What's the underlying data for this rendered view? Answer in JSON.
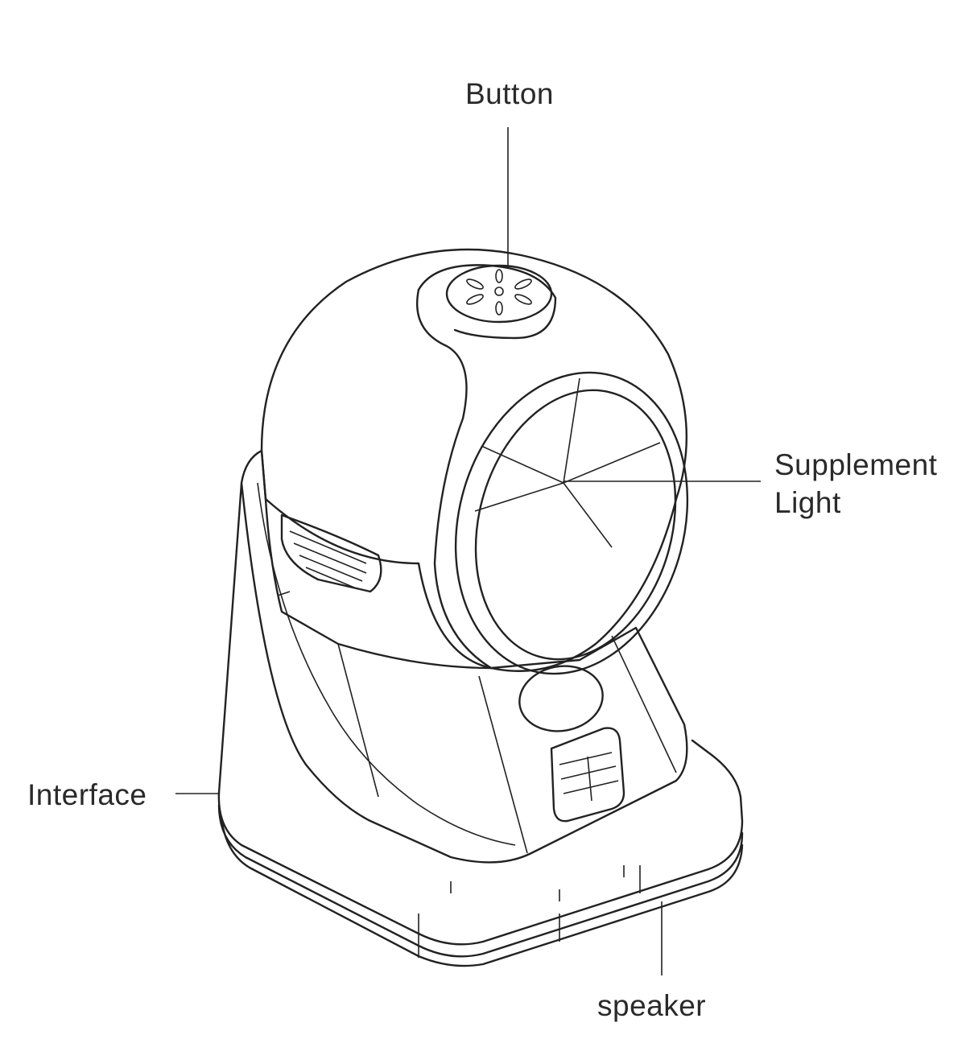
{
  "labels": {
    "button": "Button",
    "supplement_light_line1": "Supplement",
    "supplement_light_line2": "Light",
    "interface": "Interface",
    "speaker": "speaker"
  }
}
